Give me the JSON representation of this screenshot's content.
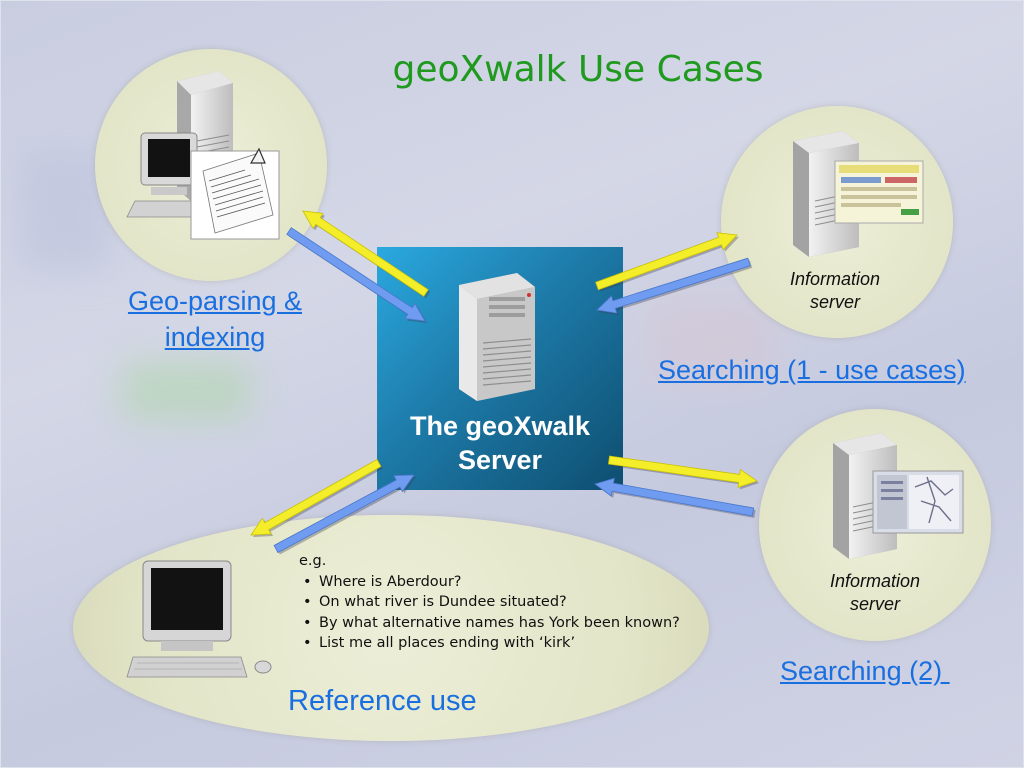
{
  "title": "geoXwalk Use Cases",
  "server": {
    "label": "The geoXwalk\nServer"
  },
  "use_cases": {
    "geo_parsing": "Geo-parsing &\nindexing",
    "searching_1": "Searching (1 - use cases)",
    "searching_2": "Searching (2) ",
    "reference_use": "Reference use"
  },
  "info_servers": {
    "top": "Information\nserver",
    "bottom": "Information\nserver"
  },
  "reference_examples": {
    "intro": "e.g.",
    "items": [
      "Where is Aberdour?",
      "On what river is Dundee situated?",
      "By what alternative names has York been known?",
      "List me all places ending with ‘kirk’"
    ]
  },
  "colors": {
    "title": "#1f9a1f",
    "link": "#1a6fe0",
    "arrow_yellow": "#f4ee2a",
    "arrow_blue": "#6f9cf0",
    "server_box": "#1d7aa8"
  }
}
